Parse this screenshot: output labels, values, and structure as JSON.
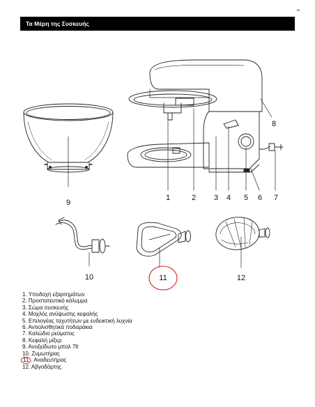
{
  "header": {
    "title": "Τα Μέρη της Συσκευής",
    "bg_color": "#000000",
    "text_color": "#ffffff"
  },
  "corner_mark": "-",
  "callouts": {
    "n1": "1",
    "n2": "2",
    "n3": "3",
    "n4": "4",
    "n5": "5",
    "n6": "6",
    "n7": "7",
    "n8": "8",
    "n9": "9",
    "n10": "10",
    "n11": "11",
    "n12": "12"
  },
  "highlight_color": "#d42020",
  "parts": [
    {
      "num": "1.",
      "label": "Υποδοχή εξαρτημάτων"
    },
    {
      "num": "2.",
      "label": "Προστατευτικό κάλυμμα"
    },
    {
      "num": "3.",
      "label": "Σώμα συσκευής"
    },
    {
      "num": "4.",
      "label": "Μοχλός ανύψωσης κεφαλής"
    },
    {
      "num": "5.",
      "label": "Επιλογέας ταχυτήτων με ενδεικτική λυχνία"
    },
    {
      "num": "6.",
      "label": "Αντιολισθητικά ποδαράκια"
    },
    {
      "num": "7.",
      "label": "Καλώδιο ρεύματος"
    },
    {
      "num": "8.",
      "label": "Κεφαλή μίξερ"
    },
    {
      "num": "9.",
      "label": "Ανοξείδωτο μπολ 7lt"
    },
    {
      "num": "10.",
      "label": "Ζυμωτήρας"
    },
    {
      "num": "11",
      "label": ". Αναδευτήρας"
    },
    {
      "num": "12.",
      "label": "Αβγοδάρτης"
    }
  ]
}
